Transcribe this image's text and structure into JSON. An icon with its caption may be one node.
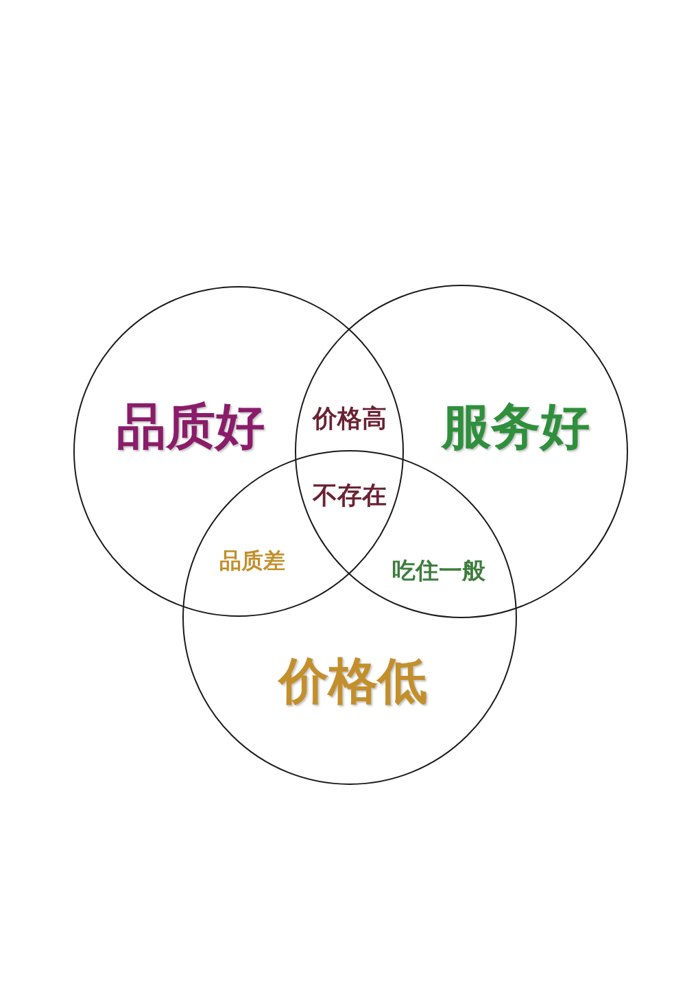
{
  "diagram": {
    "nodes": [
      {
        "text": [
          "品质好"
        ]
      },
      {
        "text": [
          "服务好"
        ]
      },
      {
        "text": [
          "价格低"
        ]
      }
    ],
    "edges": [],
    "labels": [
      "价格高",
      "不存在",
      "品质差",
      "吃住一般"
    ]
  }
}
